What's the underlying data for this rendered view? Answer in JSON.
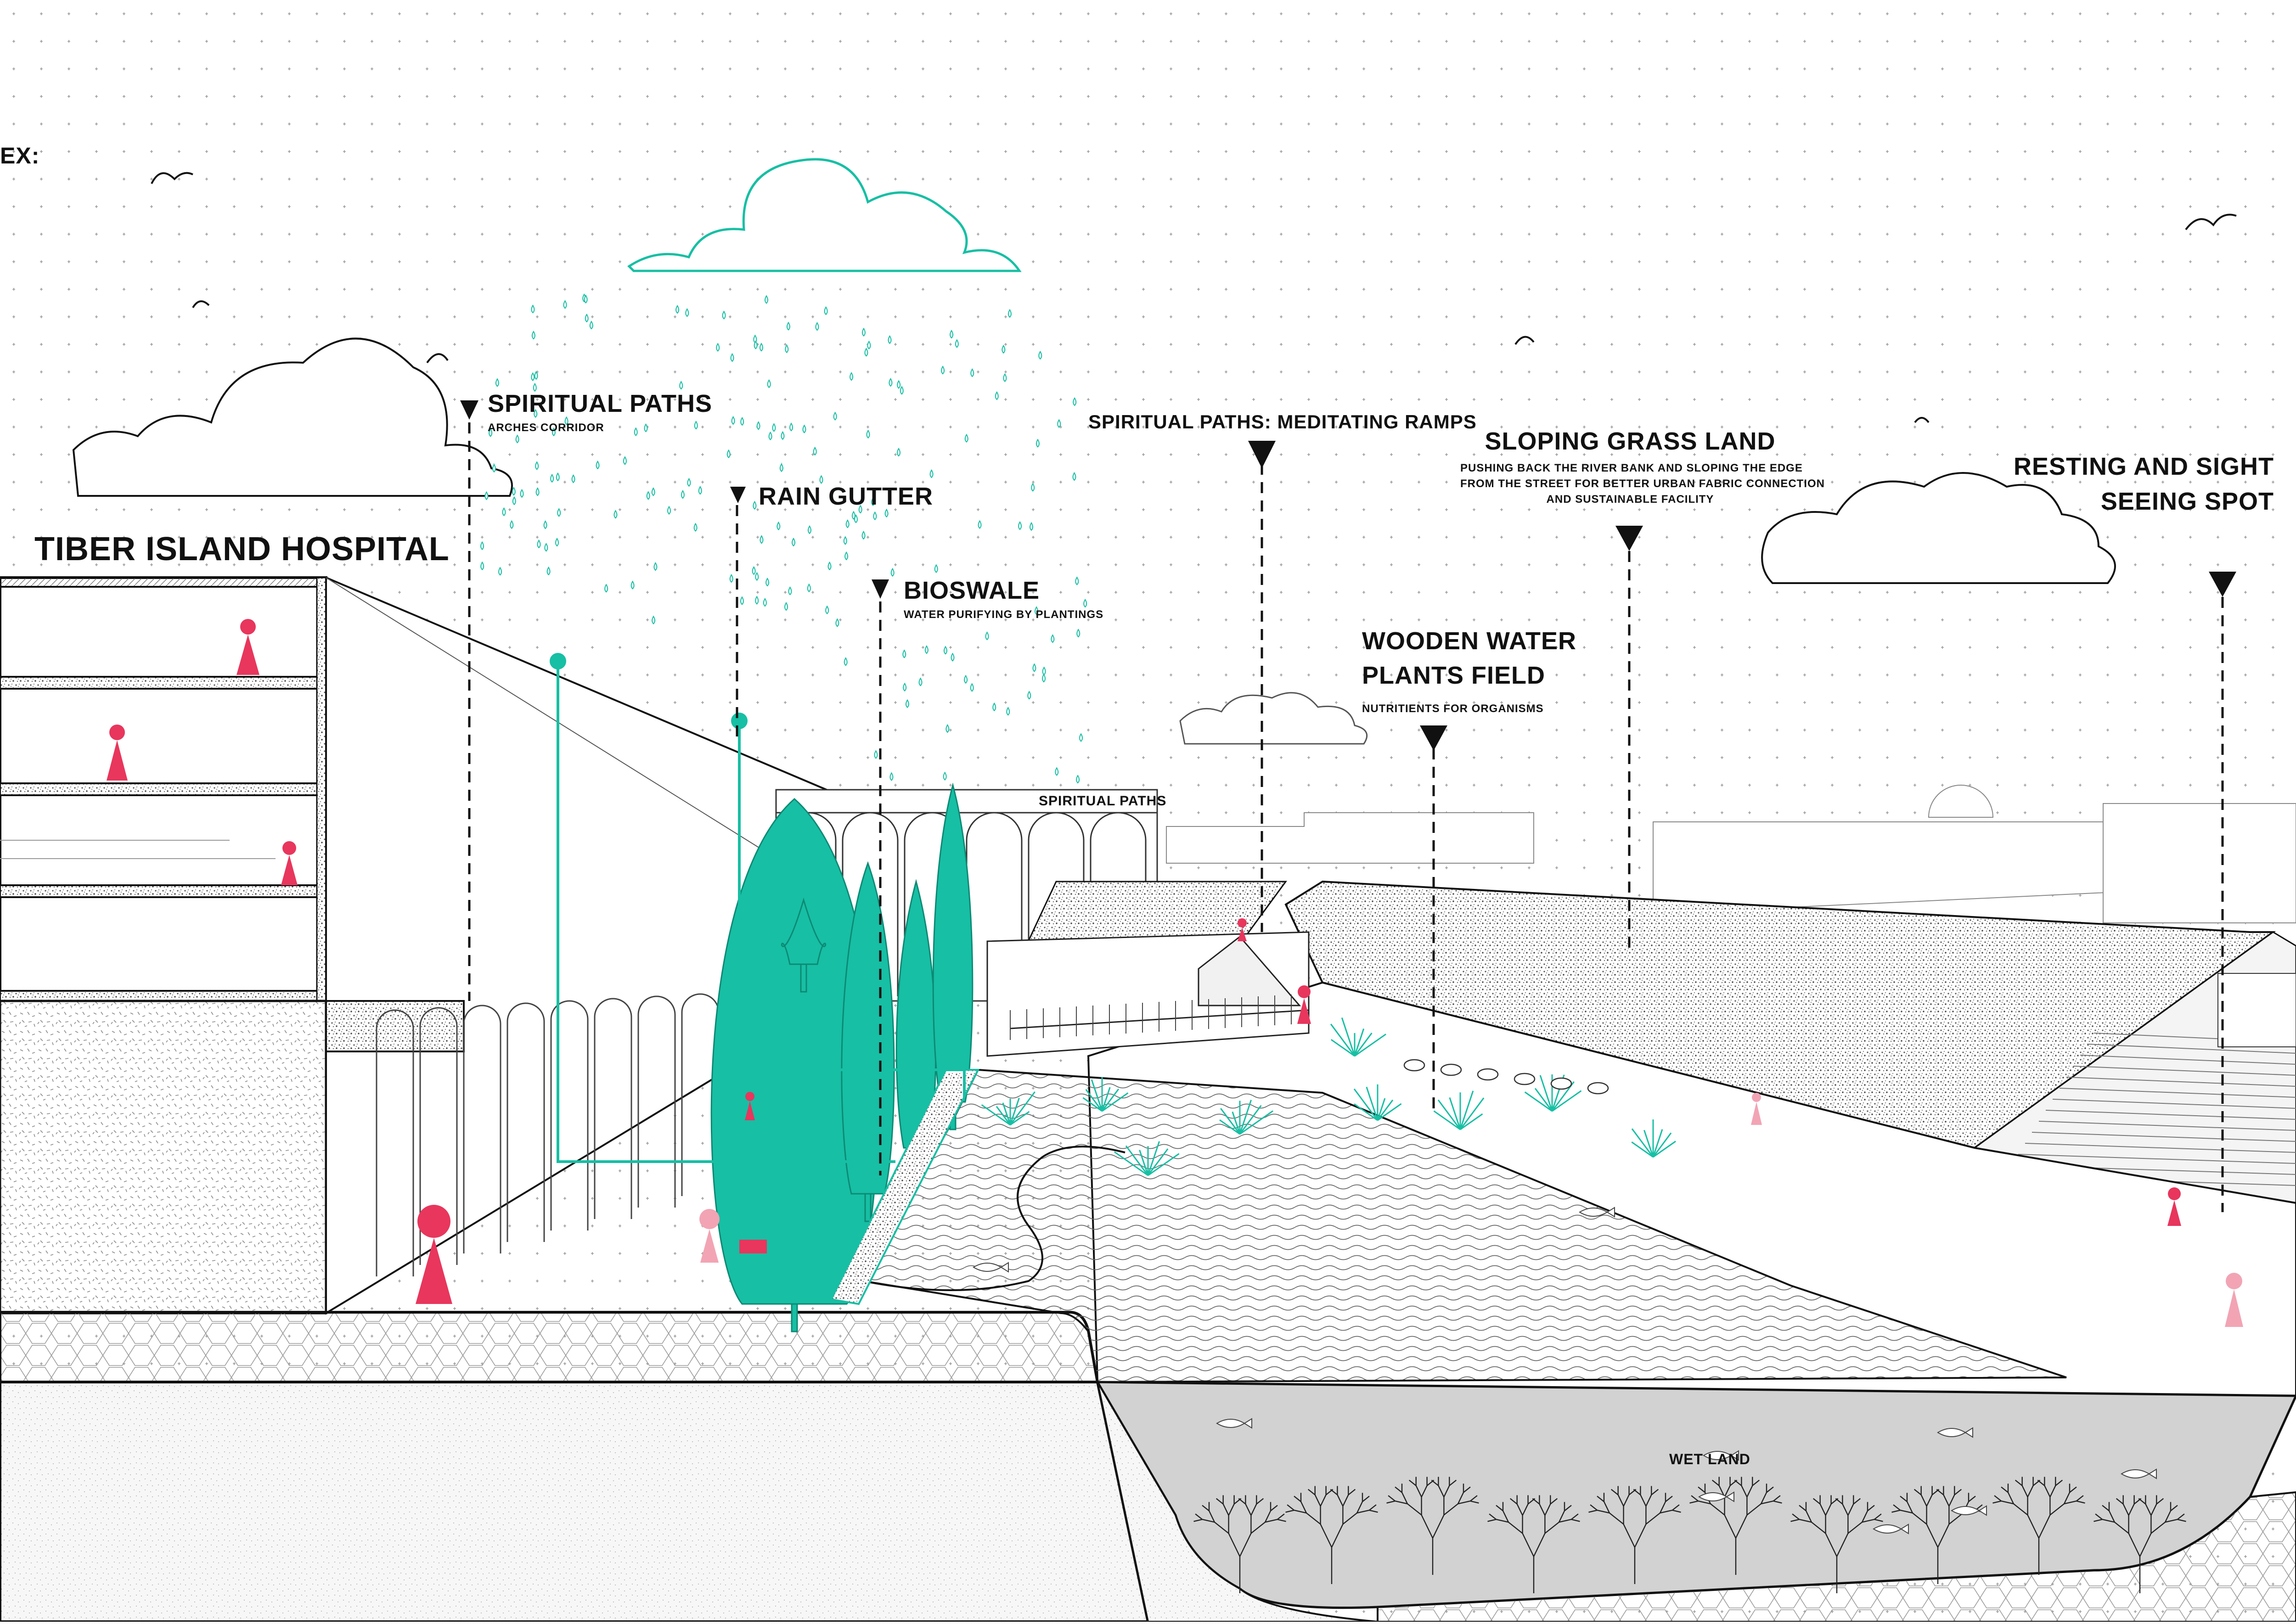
{
  "legend_fragment": "EX:",
  "hospital_title": "TIBER ISLAND HOSPITAL",
  "callouts": {
    "spiritual_paths": {
      "title": "SPIRITUAL PATHS",
      "subtitle": "ARCHES CORRIDOR"
    },
    "rain_gutter": {
      "title": "RAIN GUTTER"
    },
    "bioswale": {
      "title": "BIOSWALE",
      "subtitle": "WATER PURIFYING BY PLANTINGS"
    },
    "meditating_ramps": {
      "title": "SPIRITUAL PATHS: MEDITATING RAMPS"
    },
    "sloping_grass": {
      "title": "SLOPING GRASS LAND",
      "lines": [
        "PUSHING BACK THE RIVER BANK AND SLOPING THE EDGE",
        "FROM THE STREET FOR BETTER URBAN FABRIC CONNECTION",
        "AND SUSTAINABLE FACILITY"
      ]
    },
    "wooden_water": {
      "title_lines": [
        "WOODEN WATER",
        "PLANTS FIELD"
      ],
      "subtitle": "NUTRITIENTS FOR ORGANISMS"
    },
    "resting_spot": {
      "title_lines": [
        "RESTING AND SIGHT",
        "SEEING SPOT"
      ]
    }
  },
  "arcade_tag": "SPIRITUAL PATHS",
  "wetland_label": "WET LAND",
  "colors": {
    "teal": "#17bfa4",
    "pink": "#e8365d",
    "pink_light": "#f2a4b4",
    "ink": "#111111",
    "grey": "#bdbdbd"
  }
}
